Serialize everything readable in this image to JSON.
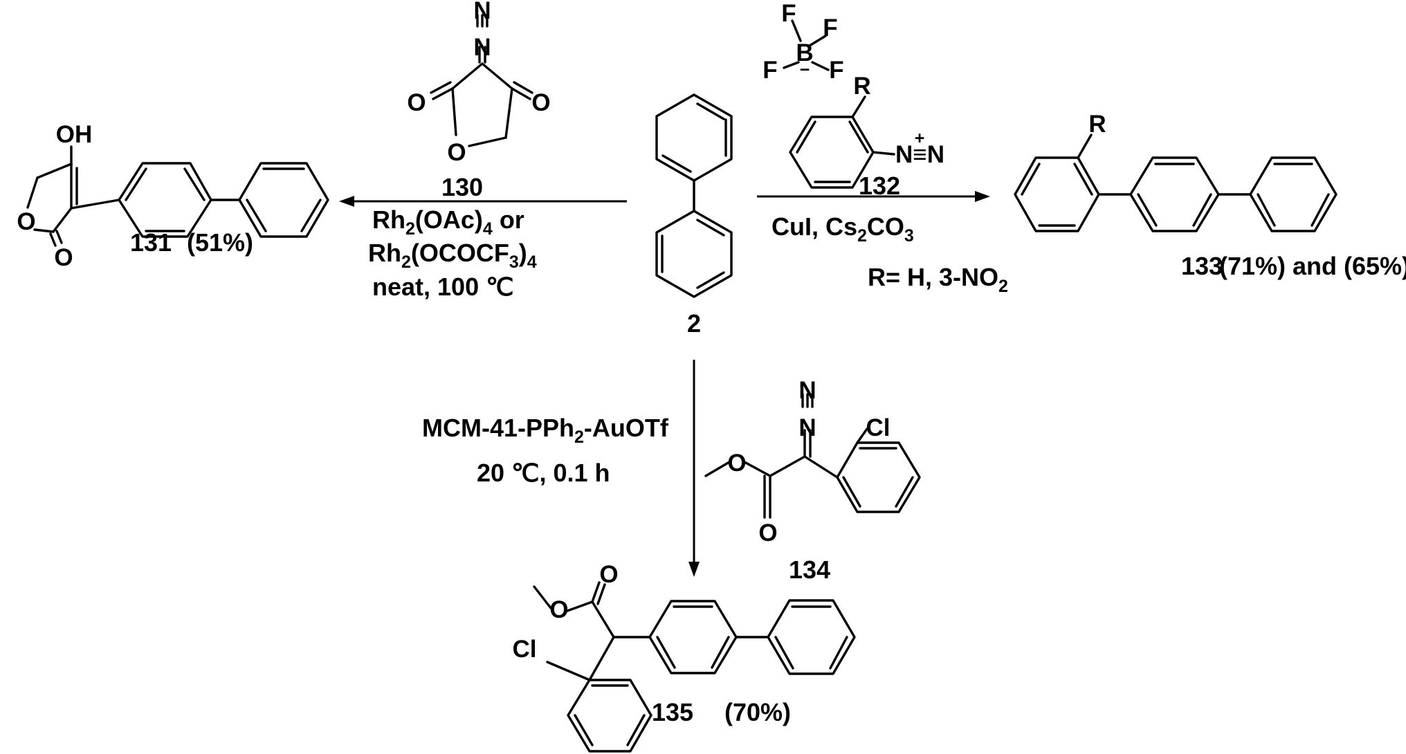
{
  "compounds": {
    "c2": {
      "id": "2"
    },
    "c130": {
      "id": "130"
    },
    "c131": {
      "id": "131",
      "yield": "(51%)"
    },
    "c132": {
      "id": "132"
    },
    "c133": {
      "id": "133",
      "yield": "(71%) and (65%)"
    },
    "c134": {
      "id": "134"
    },
    "c135": {
      "id": "135",
      "yield": "(70%)"
    }
  },
  "reaction_left": {
    "catalyst_1": "Rh2(OAc)4 or",
    "catalyst_2": "Rh2(OCOCF3)4",
    "conditions": "neat, 100 ℃"
  },
  "reaction_right": {
    "reagents": "CuI, Cs2CO3",
    "r_groups": "R= H, 3-NO2"
  },
  "reaction_bottom": {
    "catalyst": "MCM-41-PPh2-AuOTf",
    "conditions": "20 ℃,  0.1 h"
  },
  "atoms": {
    "oh": "OH",
    "o": "O",
    "n": "N",
    "n_triple": "N≡N",
    "r": "R",
    "f": "F",
    "b": "B",
    "cl": "Cl",
    "plus": "+",
    "minus": "−"
  }
}
